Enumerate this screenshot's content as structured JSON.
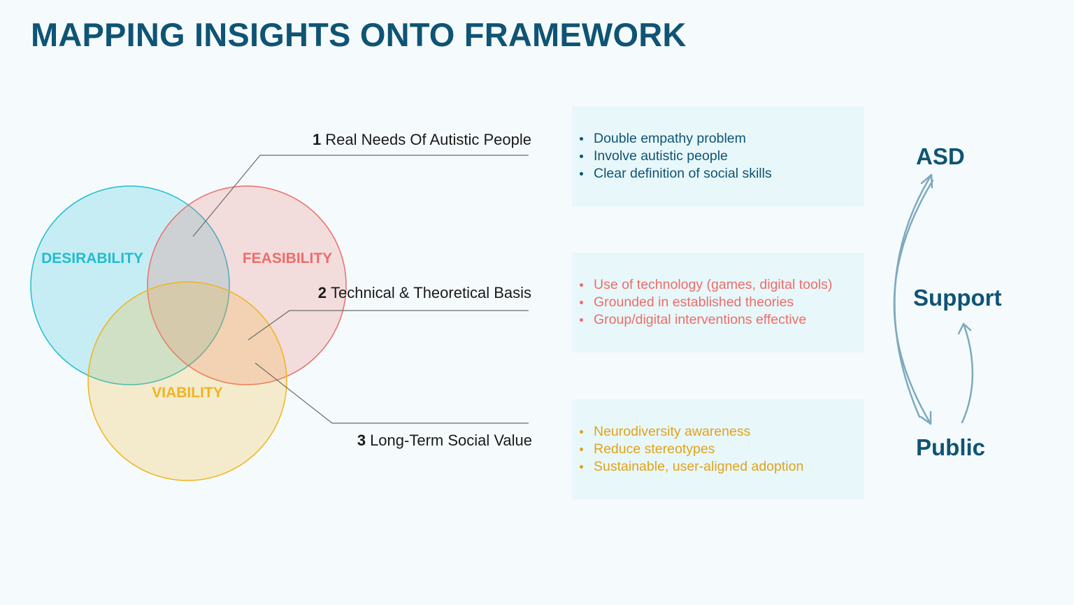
{
  "title": "MAPPING INSIGHTS ONTO FRAMEWORK",
  "venn": {
    "desirability": "DESIRABILITY",
    "feasibility": "FEASIBILITY",
    "viability": "VIABILITY"
  },
  "callouts": [
    {
      "number": "1",
      "label": "Real Needs Of Autistic People"
    },
    {
      "number": "2",
      "label": "Technical & Theoretical Basis"
    },
    {
      "number": "3",
      "label": "Long-Term Social Value"
    }
  ],
  "boxes": [
    {
      "items": [
        "Double empathy problem",
        "Involve autistic people",
        "Clear definition of social skills"
      ]
    },
    {
      "items": [
        "Use of technology (games, digital tools)",
        "Grounded in established theories",
        "Group/digital interventions effective"
      ]
    },
    {
      "items": [
        "Neurodiversity awareness",
        "Reduce stereotypes",
        "Sustainable, user-aligned adoption"
      ]
    }
  ],
  "flow": {
    "top": "ASD",
    "middle": "Support",
    "bottom": "Public"
  },
  "colors": {
    "title": "#0f5474",
    "desirability": "#22bcd0",
    "feasibility": "#ec6d6b",
    "viability": "#f0b321",
    "box_background": "#e8f7f9",
    "arrow": "#7ea9bd"
  }
}
